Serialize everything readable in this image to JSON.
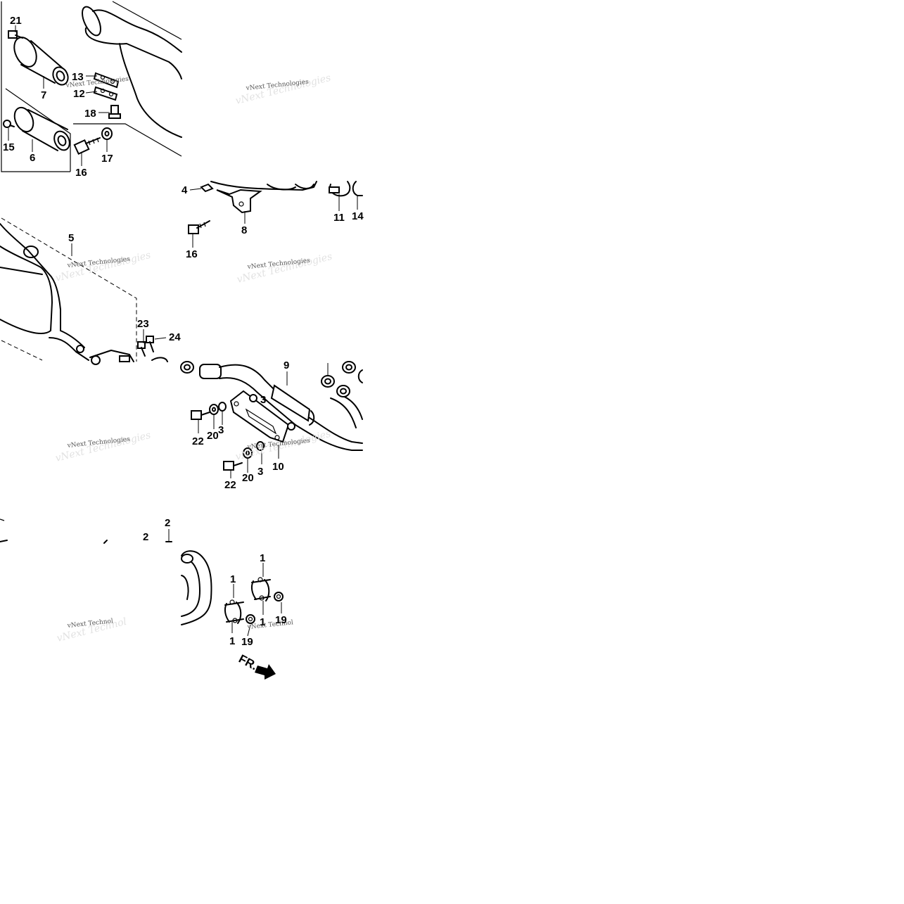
{
  "callouts": {
    "c21": "21",
    "c7": "7",
    "c13": "13",
    "c12": "12",
    "c18": "18",
    "c15": "15",
    "c6": "6",
    "c16a": "16",
    "c17": "17",
    "c4": "4",
    "c8": "8",
    "c11": "11",
    "c14": "14",
    "c16b": "16",
    "c5": "5",
    "c23": "23",
    "c24": "24",
    "c9": "9",
    "c3a": "3",
    "c3b": "3",
    "c3c": "3",
    "c22a": "22",
    "c20a": "20",
    "c22b": "22",
    "c20b": "20",
    "c10": "10",
    "c2a": "2",
    "c2b": "2",
    "c1a": "1",
    "c1b": "1",
    "c1c": "1",
    "c1d": "1",
    "c19a": "19",
    "c19b": "19"
  },
  "watermark": {
    "text": "vNext Technologies",
    "truncated": "vNext Technol"
  },
  "direction": {
    "label": "FR."
  }
}
